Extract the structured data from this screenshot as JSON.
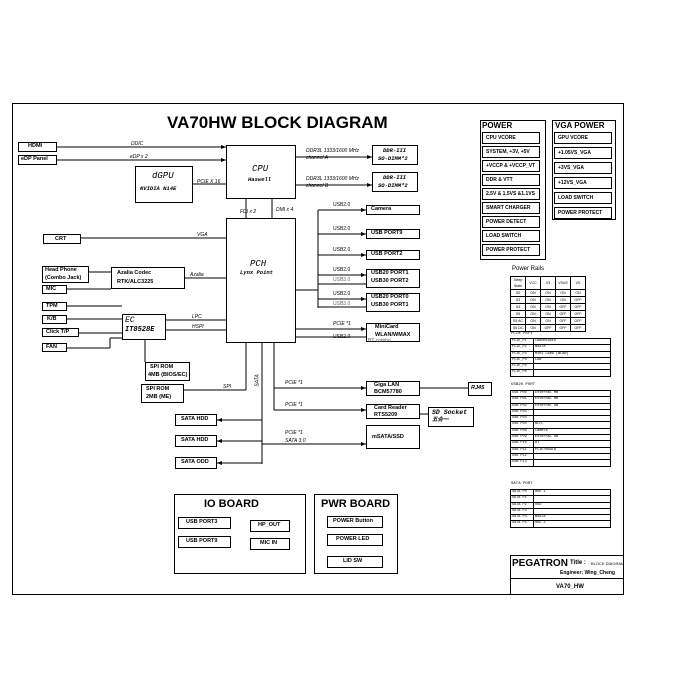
{
  "title": "VA70HW BLOCK DIAGRAM",
  "cpu": {
    "name": "CPU",
    "sub": "Haswell"
  },
  "pch": {
    "name": "PCH",
    "sub": "Lynx Point"
  },
  "dgpu": {
    "name": "dGPU",
    "sub": "NVIDIA N14E"
  },
  "ec": {
    "name": "EC",
    "sub": "IT8528E"
  },
  "ddr_a": {
    "label": "DDR-III",
    "sub": "SO-DIMM*2",
    "bus": "DDR3L 1333/1600 MHz",
    "channel": "channel A"
  },
  "ddr_b": {
    "label": "DDR-III",
    "sub": "SO-DIMM*2",
    "bus": "DDR3L 1333/1600 MHz",
    "channel": "channel B"
  },
  "left_ports": {
    "hdmi": "HDMI",
    "edp": "eDP Panel",
    "crt": "CRT",
    "headphone": "Head Phone",
    "combo": "(Combo Jack)",
    "mic": "MIC",
    "tpm": "TPM",
    "kb": "K/B",
    "click": "Click T/P",
    "fan": "FAN"
  },
  "codec": {
    "line1": "Azalia Codec",
    "line2": "RTK/ALC3225"
  },
  "spi_bios": {
    "line1": "SPI ROM",
    "line2": "4MB (BIOS/EC)"
  },
  "spi_me": {
    "line1": "SPI ROM",
    "line2": "2MB (ME)"
  },
  "sata": {
    "hdd1": "SATA HDD",
    "hdd2": "SATA HDD",
    "odd": "SATA ODD"
  },
  "buses": {
    "ddic": "DDIC",
    "edpx2": "eDP x 2",
    "pciex16": "PCIE X 16",
    "fdi": "FDI x 2",
    "dmi": "DMI x 4",
    "vga": "VGA",
    "azalia": "Azalia",
    "lpc": "LPC",
    "hspi": "HSPI",
    "spi": "SPI",
    "sata": "SATA",
    "usb20": "USB2.0",
    "usb30": "USB3.0",
    "pcie1": "PCIE *1",
    "sata30": "SATA 3.0",
    "btcombo": "BT combo"
  },
  "right_devices": {
    "camera": "Camera",
    "usb9": "USB PORT9",
    "usb2": "USB PORT2",
    "usb1a": "USB20 PORT1",
    "usb1b": "USB30 PORT2",
    "usb0a": "USB20 PORT0",
    "usb0b": "USB30 PORT1",
    "minicard1": "MiniCard",
    "minicard2": "WLAN/WMAX",
    "gigalan1": "Giga LAN",
    "gigalan2": "BCM57780",
    "rj45": "RJ45",
    "card1": "Card Reader",
    "card2": "RTS5209",
    "sdsocket1": "SD Socket",
    "sdsocket2": "五合一",
    "msata": "mSATA/SSD"
  },
  "io_board": {
    "title": "IO BOARD",
    "usb3": "USB PORT3",
    "usb9": "USB PORT9",
    "hpout": "HP_OUT",
    "micin": "MIC IN"
  },
  "pwr_board": {
    "title": "PWR BOARD",
    "btn": "POWER Button",
    "led": "POWER LED",
    "lid": "LID SW"
  },
  "power": {
    "title": "POWER",
    "items": [
      "CPU VCORE",
      "SYSTEM, +3V, +5V",
      "+VCCP & +VCCP_VT",
      "DDR & VTT",
      "2.5V & 1.5VS &1.1VS",
      "SMART CHARGER",
      "POWER DETECT",
      "LOAD SWITCH",
      "POWER PROTECT"
    ]
  },
  "vga_power": {
    "title": "VGA POWER",
    "items": [
      "GPU VCORE",
      "+1.05VS_VGA",
      "+3VS_VGA",
      "+12VS_VGA",
      "LOAD SWITCH",
      "POWER PROTECT"
    ]
  },
  "power_rails": {
    "title": "Power Rails",
    "rows": [
      [
        "Sleep State",
        "VCC",
        "V3",
        "VSUS",
        "VS"
      ],
      [
        "S0",
        "ON",
        "ON",
        "ON",
        "ON"
      ],
      [
        "S3",
        "ON",
        "ON",
        "ON",
        "OFF"
      ],
      [
        "S4",
        "ON",
        "ON",
        "OFF",
        "OFF"
      ],
      [
        "S5",
        "ON",
        "ON",
        "OFF",
        "OFF"
      ],
      [
        "S5 AC",
        "ON",
        "ON",
        "OFF",
        "OFF"
      ],
      [
        "S5 DC",
        "ON",
        "OFF",
        "OFF",
        "OFF"
      ]
    ]
  },
  "pcie_port": {
    "title": "PCIe Port",
    "rows": [
      [
        "PCIE_P1",
        "CARDREADER"
      ],
      [
        "PCIE_P2",
        "mSATA"
      ],
      [
        "PCIE_P3",
        "Mini CARD (WLAN)"
      ],
      [
        "PCIE_P4",
        "LAN"
      ],
      [
        "PCIE_P5",
        ""
      ],
      [
        "PCIE_P6",
        ""
      ]
    ]
  },
  "usb_port": {
    "title": "USB20 PORT",
    "rows": [
      [
        "USB P00",
        "External MB"
      ],
      [
        "USB P01",
        "External MB"
      ],
      [
        "USB P02",
        "External DB"
      ],
      [
        "USB P03",
        ""
      ],
      [
        "USB P04",
        ""
      ],
      [
        "USB P05",
        "BLFL"
      ],
      [
        "USB P06",
        "Camera"
      ],
      [
        "USB P09",
        "External DB"
      ],
      [
        "USB P10",
        "BT"
      ],
      [
        "USB P11",
        "PCIE/mSATA"
      ],
      [
        "USB P12",
        ""
      ],
      [
        "USB P13",
        ""
      ]
    ]
  },
  "sata_port": {
    "title": "SATA PORT",
    "rows": [
      [
        "SATA P0",
        "HDD 1"
      ],
      [
        "SATA P1",
        ""
      ],
      [
        "SATA P2",
        "ODD"
      ],
      [
        "SATA P3",
        ""
      ],
      [
        "SATA P4",
        "mSATA"
      ],
      [
        "SATA P5",
        "HDD 2"
      ]
    ]
  },
  "title_block": {
    "company": "PEGATRON",
    "title_label": "Title :",
    "title_value": "BLOCK DIAGRAM",
    "engineer": "Engineer: Wing_Cheng",
    "project": "VA70_HW"
  }
}
